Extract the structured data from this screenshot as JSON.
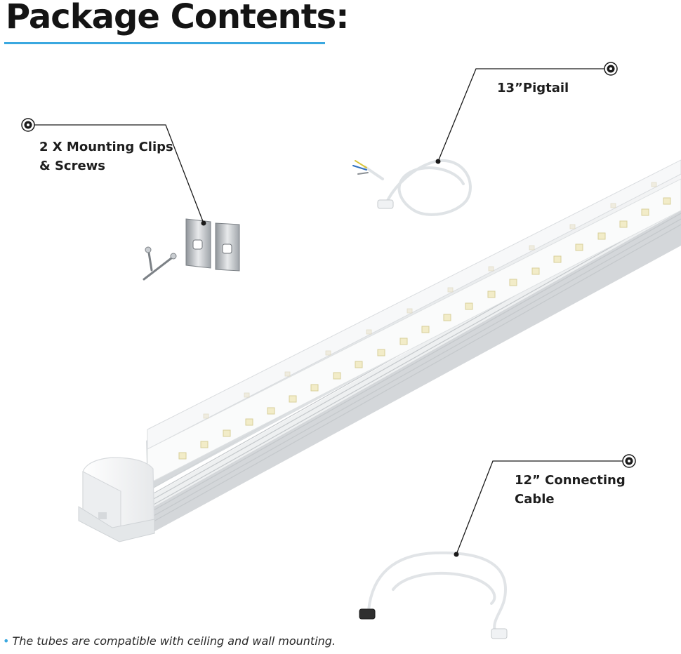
{
  "header": {
    "title": "Package Contents:",
    "accent_color": "#3aa8e0"
  },
  "callouts": {
    "mounting_clips": {
      "line1": "2 X Mounting Clips",
      "line2": "& Screws",
      "icon": "target-icon"
    },
    "pigtail": {
      "label": "13”Pigtail",
      "icon": "target-icon"
    },
    "connecting_cable": {
      "line1": "12” Connecting",
      "line2": "Cable",
      "icon": "target-icon"
    }
  },
  "product": {
    "name": "led-tube-light",
    "items": [
      "led-tube-light",
      "mounting-clips",
      "screws",
      "pigtail-cable",
      "connecting-cable"
    ]
  },
  "footer": {
    "note": "The tubes are compatible with ceiling and wall mounting.",
    "bullet": "•"
  }
}
